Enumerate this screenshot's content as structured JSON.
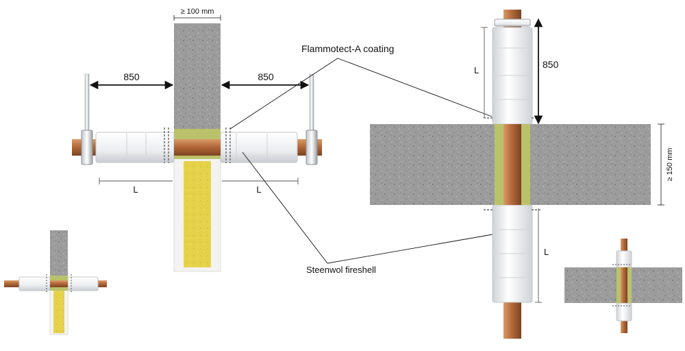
{
  "labels": {
    "wall_thickness": "≥ 100 mm",
    "dim_left": "850",
    "dim_right": "850",
    "dim_vertical": "850",
    "coating": "Flammotect-A coating",
    "fireshell": "Steenwol fireshell",
    "L_left": "L",
    "L_right": "L",
    "L_top": "L",
    "L_bottom": "L",
    "floor_thickness": "≥ 150 mm"
  },
  "colors": {
    "concrete": "#9a9a9a",
    "copper_pipe": "#b8703f",
    "shell": "#f1f2f4",
    "mineral_wool": "#e7d44a",
    "seal_green": "#b9c26a"
  }
}
